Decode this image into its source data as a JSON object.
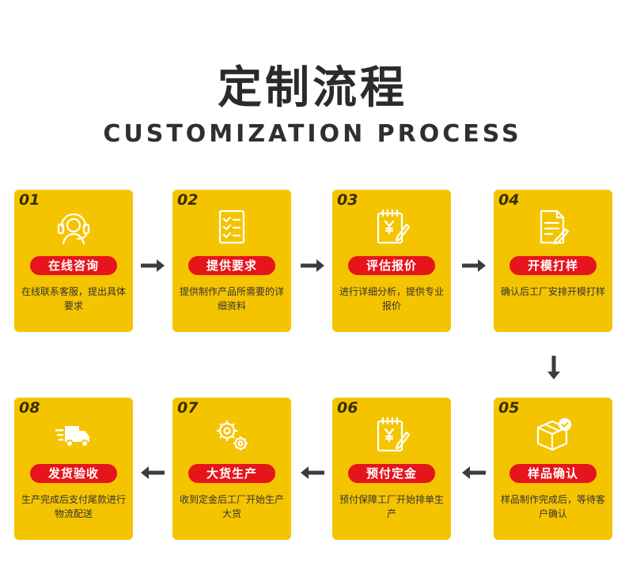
{
  "header": {
    "title": "定制流程",
    "subtitle": "CUSTOMIZATION PROCESS"
  },
  "colors": {
    "card": "#f5c400",
    "pill": "#e6141b",
    "arrow": "#3c3c3c"
  },
  "steps": [
    {
      "num": "01",
      "label": "在线咨询",
      "desc": "在线联系客服，提出具体要求",
      "icon": "headset-icon"
    },
    {
      "num": "02",
      "label": "提供要求",
      "desc": "提供制作产品所需要的详细资料",
      "icon": "checklist-icon"
    },
    {
      "num": "03",
      "label": "评估报价",
      "desc": "进行详细分析，提供专业报价",
      "icon": "quote-pad-icon"
    },
    {
      "num": "04",
      "label": "开模打样",
      "desc": "确认后工厂安排开模打样",
      "icon": "document-pen-icon"
    },
    {
      "num": "05",
      "label": "样品确认",
      "desc": "样品制作完成后，等待客户确认",
      "icon": "box-check-icon"
    },
    {
      "num": "06",
      "label": "预付定金",
      "desc": "预付保障工厂开始排单生产",
      "icon": "deposit-pad-icon"
    },
    {
      "num": "07",
      "label": "大货生产",
      "desc": "收到定金后工厂开始生产大货",
      "icon": "gears-icon"
    },
    {
      "num": "08",
      "label": "发货验收",
      "desc": "生产完成后支付尾款进行物流配送",
      "icon": "truck-icon"
    }
  ]
}
